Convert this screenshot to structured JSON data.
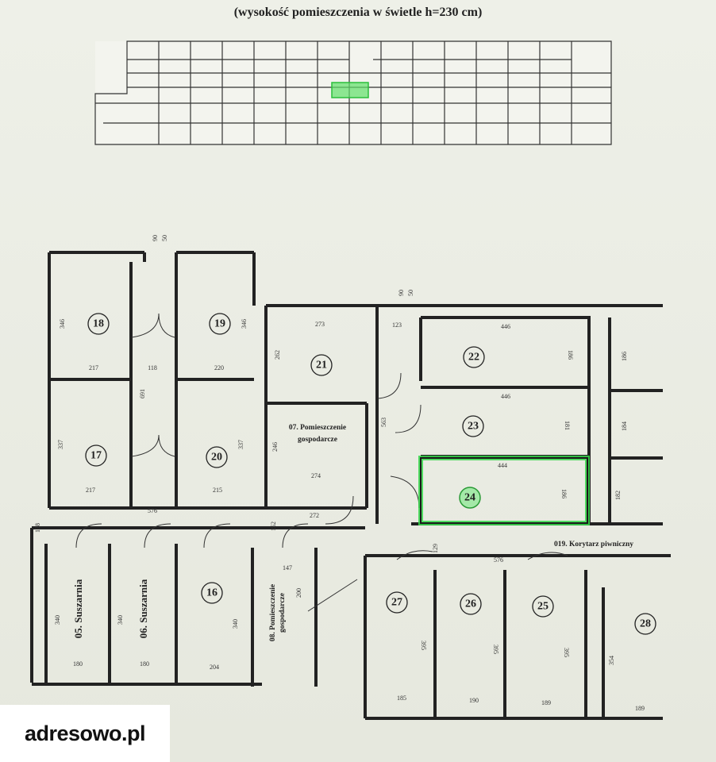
{
  "heading": "(wysokość pomieszczenia w świetle h=230 cm)",
  "colors": {
    "highlight": "#35d84a",
    "wall": "#222222",
    "paper": "#eceee5"
  },
  "rooms": {
    "r18": "18",
    "r19": "19",
    "r17": "17",
    "r20": "20",
    "r21": "21",
    "r22": "22",
    "r23": "23",
    "r24": "24",
    "r16": "16",
    "r27": "27",
    "r26": "26",
    "r25": "25",
    "r28": "28"
  },
  "labels": {
    "room07_line1": "07. Pomieszczenie",
    "room07_line2": "gospodarcze",
    "corridor": "019. Korytarz piwniczny",
    "suszarnia05": "05. Suszarnia",
    "suszarnia06": "06. Suszarnia",
    "room08_line1": "08. Pomieszczenie",
    "room08_line2": "gospodarcze"
  },
  "dims": {
    "d90a": "90",
    "d50a": "50",
    "d90b": "90",
    "d50b": "50",
    "d346a": "346",
    "d346b": "346",
    "d217a": "217",
    "d118": "118",
    "d220": "220",
    "d691": "691",
    "d337a": "337",
    "d337b": "337",
    "d217b": "217",
    "d215": "215",
    "d576a": "576",
    "d273": "273",
    "d262": "262",
    "d246": "246",
    "d274": "274",
    "d272": "272",
    "d152": "152",
    "d123": "123",
    "d446a": "446",
    "d446b": "446",
    "d444": "444",
    "d186a": "186",
    "d181": "181",
    "d186b": "186",
    "d563": "563",
    "d186c": "186",
    "d184": "184",
    "d182": "182",
    "d129": "129",
    "d576b": "576",
    "d138": "138",
    "d340a": "340",
    "d340b": "340",
    "d340c": "340",
    "d180a": "180",
    "d180b": "180",
    "d204": "204",
    "d147": "147",
    "d200": "200",
    "d395a": "395",
    "d395b": "395",
    "d395c": "395",
    "d354": "354",
    "d185": "185",
    "d190": "190",
    "d189a": "189",
    "d189b": "189"
  },
  "logo": {
    "text": "adresowo.pl"
  }
}
